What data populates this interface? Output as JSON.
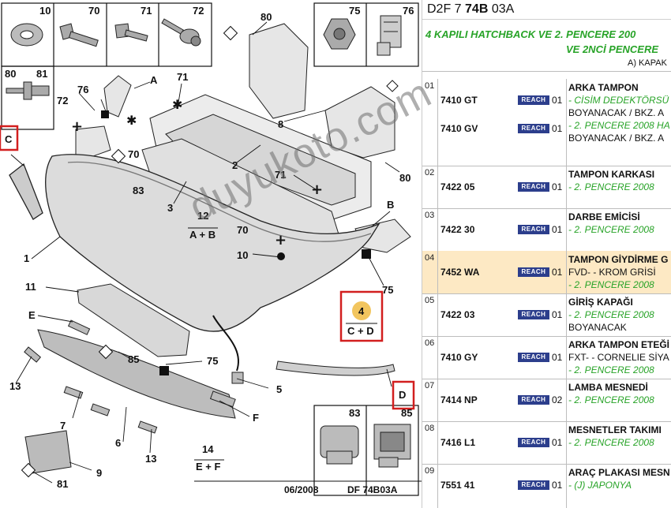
{
  "diagram": {
    "callouts": [
      "10",
      "70",
      "71",
      "72",
      "75",
      "76",
      "80",
      "81",
      "80",
      "76",
      "72",
      "71",
      "A",
      "70",
      "83",
      "8",
      "2",
      "3",
      "80",
      "71",
      "12",
      "A + B",
      "70",
      "10",
      "B",
      "75",
      "1",
      "11",
      "E",
      "4",
      "C + D",
      "85",
      "75",
      "13",
      "7",
      "5",
      "F",
      "6",
      "D",
      "13",
      "9",
      "81",
      "14",
      "E + F",
      "83",
      "85"
    ],
    "corner_labels": [
      "C",
      "D"
    ],
    "footer_date": "06/2008",
    "footer_code": "DF 74B03A"
  },
  "watermark": "duyukoto.com",
  "panel": {
    "header": {
      "prefix": "D2F 7 ",
      "bold": "74B",
      "suffix": " 03A"
    },
    "subtitle1": "4 KAPILI HATCHBACK VE 2. PENCERE 200",
    "subtitle2": "VE 2NCİ PENCERE",
    "subtitle3": "A) KAPAK",
    "reach_label": "REACH",
    "rows": [
      {
        "num": "01",
        "refs": [
          "7410 GT",
          "7410 GV"
        ],
        "qty": [
          "01",
          "01"
        ],
        "title": "ARKA TAMPON",
        "lines": [
          "- CİSİM DEDEKTÖRSÜ",
          "BOYANACAK / BKZ. A",
          "- 2. PENCERE 2008 HA",
          "BOYANACAK / BKZ. A"
        ]
      },
      {
        "num": "02",
        "refs": [
          "7422 05"
        ],
        "qty": [
          "01"
        ],
        "title": "TAMPON KARKASI",
        "lines": [
          "- 2. PENCERE 2008"
        ]
      },
      {
        "num": "03",
        "refs": [
          "7422 30"
        ],
        "qty": [
          "01"
        ],
        "title": "DARBE EMİCİSİ",
        "lines": [
          "- 2. PENCERE 2008"
        ]
      },
      {
        "num": "04",
        "refs": [
          "7452 WA"
        ],
        "qty": [
          "01"
        ],
        "title": "TAMPON GİYDİRME G",
        "lines": [
          "FVD- - KROM GRİSİ",
          "- 2. PENCERE 2008"
        ]
      },
      {
        "num": "05",
        "refs": [
          "7422 03"
        ],
        "qty": [
          "01"
        ],
        "title": "GİRİŞ KAPAĞI",
        "lines": [
          "- 2. PENCERE 2008",
          "BOYANACAK"
        ]
      },
      {
        "num": "06",
        "refs": [
          "7410 GY"
        ],
        "qty": [
          "01"
        ],
        "title": "ARKA TAMPON ETEĞİ",
        "lines": [
          "FXT- - CORNELIE SİYA",
          "- 2. PENCERE 2008"
        ]
      },
      {
        "num": "07",
        "refs": [
          "7414 NP"
        ],
        "qty": [
          "02"
        ],
        "title": "LAMBA MESNEDİ",
        "lines": [
          "- 2. PENCERE 2008"
        ]
      },
      {
        "num": "08",
        "refs": [
          "7416 L1"
        ],
        "qty": [
          "01"
        ],
        "title": "MESNETLER TAKIMI",
        "lines": [
          "- 2. PENCERE 2008"
        ]
      },
      {
        "num": "09",
        "refs": [
          "7551 41"
        ],
        "qty": [
          "01"
        ],
        "title": "ARAÇ PLAKASI MESN",
        "lines": [
          "- (J) JAPONYA"
        ]
      }
    ]
  }
}
